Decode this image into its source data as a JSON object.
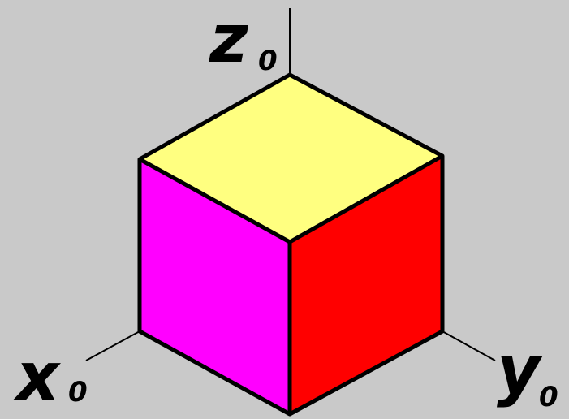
{
  "colors": {
    "background": "#c9c9c9",
    "top_face": "#ffff80",
    "left_face": "#ff00ff",
    "right_face": "#ff0000",
    "edges": "#000000"
  },
  "axes": {
    "z": {
      "letter": "z",
      "subscript": "0"
    },
    "x": {
      "letter": "x",
      "subscript": "0"
    },
    "y": {
      "letter": "y",
      "subscript": "0"
    }
  }
}
